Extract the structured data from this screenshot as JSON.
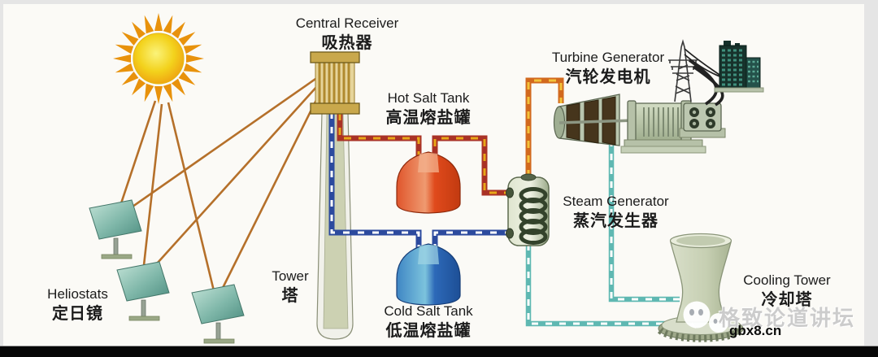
{
  "labels": {
    "central_receiver": {
      "en": "Central Receiver",
      "zh": "吸热器"
    },
    "hot_salt_tank": {
      "en": "Hot Salt Tank",
      "zh": "高温熔盐罐"
    },
    "turbine_generator": {
      "en": "Turbine Generator",
      "zh": "汽轮发电机"
    },
    "steam_generator": {
      "en": "Steam Generator",
      "zh": "蒸汽发生器"
    },
    "cooling_tower": {
      "en": "Cooling Tower",
      "zh": "冷却塔"
    },
    "cold_salt_tank": {
      "en": "Cold Salt Tank",
      "zh": "低温熔盐罐"
    },
    "tower": {
      "en": "Tower",
      "zh": "塔"
    },
    "heliostats": {
      "en": "Heliostats",
      "zh": "定日镜"
    }
  },
  "watermark": {
    "brand": "格致论道讲坛",
    "url": "gbx8.cn"
  },
  "colors": {
    "hot_salt_pipe": "#a93226",
    "hot_salt_dash": "#e8a818",
    "steam_pipe": "#d2691e",
    "steam_dash": "#f2c23a",
    "cold_salt_pipe": "#2c4a9e",
    "cold_salt_dash": "#ffffff",
    "water_pipe": "#5fb8b2",
    "water_dash": "#ffffff",
    "sun_beam": "#b5702a",
    "sun_ray": "#e8920c"
  }
}
